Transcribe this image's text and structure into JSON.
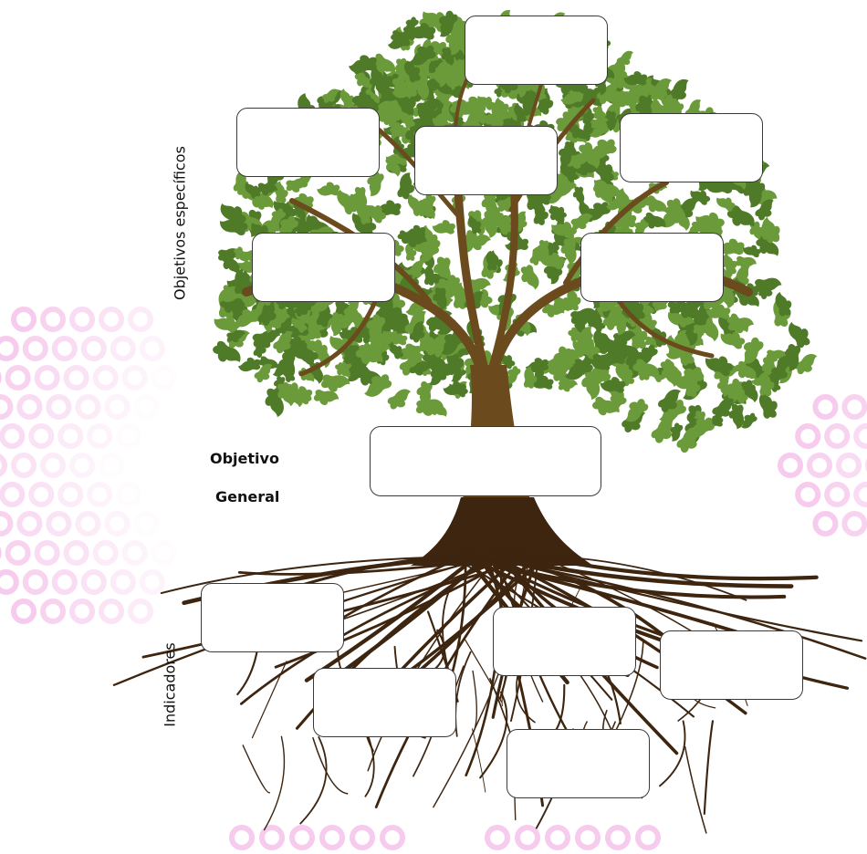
{
  "labels": {
    "objetivos_especificos": "Objetivos específicos",
    "objetivo": "Objetivo",
    "general": "General",
    "indicadores": "Indicadores"
  },
  "colors": {
    "leaf": "#6b9a3a",
    "leaf_dark": "#4f7a28",
    "trunk": "#6b4a1e",
    "root": "#3d2510",
    "decor_ring": "#f6c8ec",
    "box_border": "#3a3a3a"
  }
}
